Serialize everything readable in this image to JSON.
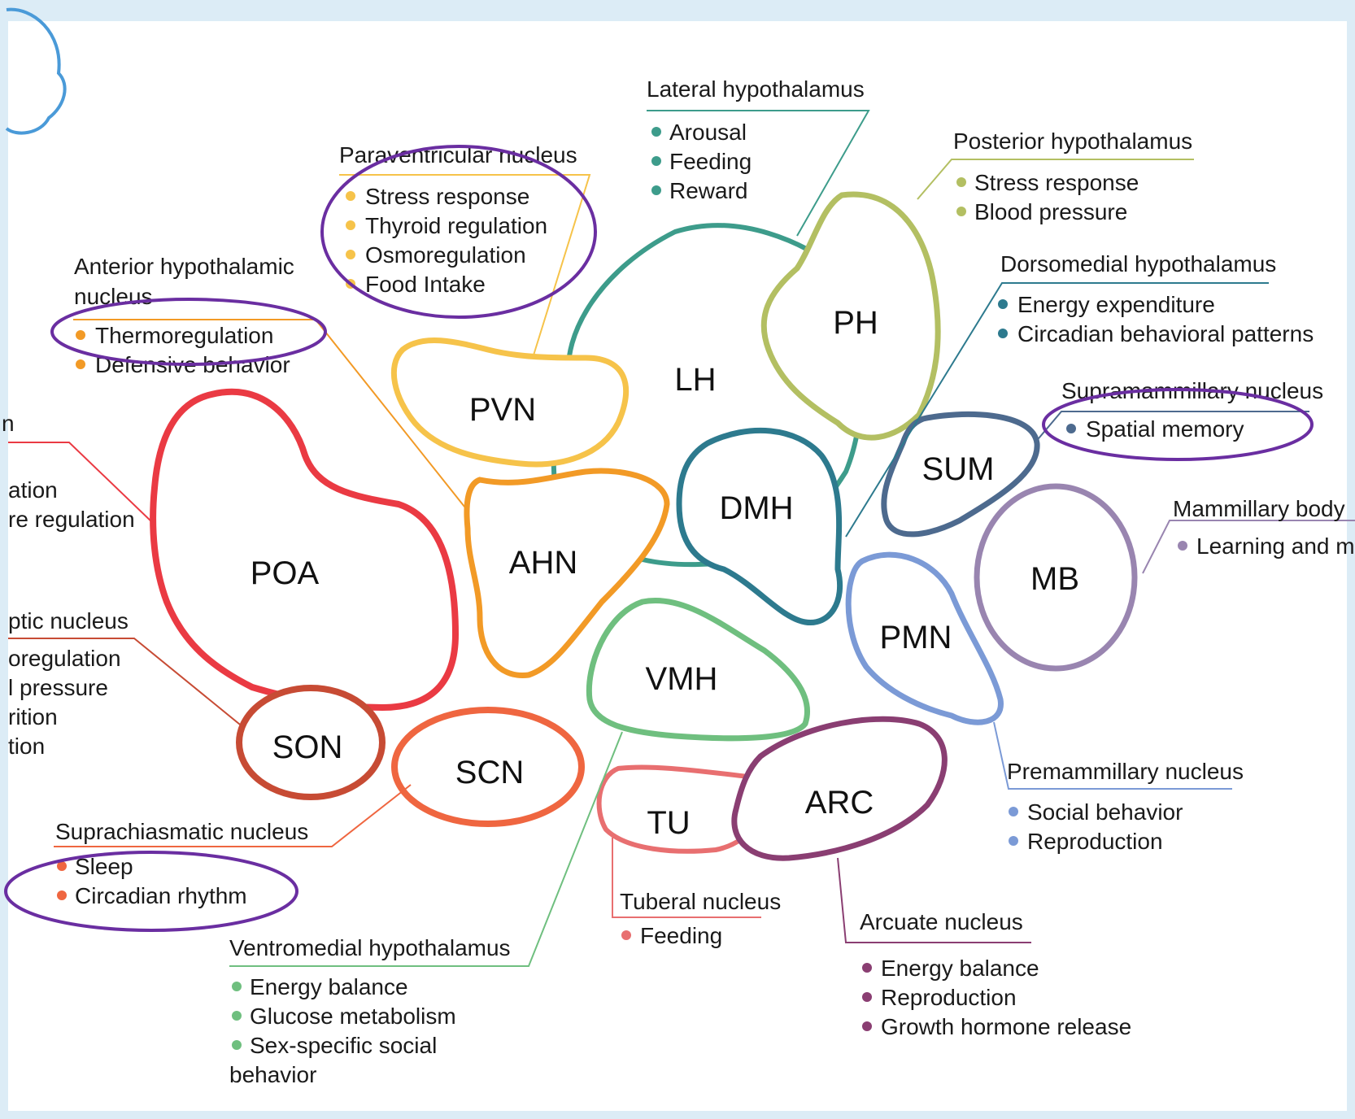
{
  "colors": {
    "PVN": "#f6c34a",
    "LH": "#3d9c8b",
    "PH": "#b3bf62",
    "AHN": "#f29a26",
    "POA": "#ea3a43",
    "DMH": "#2d7a8e",
    "SUM": "#4d6a8e",
    "MB": "#9985b0",
    "PMN": "#7b9ad6",
    "VMH": "#6fbf7f",
    "SON": "#c74b34",
    "SCN": "#ef6640",
    "TU": "#e86f70",
    "ARC": "#8a3e72",
    "highlight": "#6a2ea1"
  },
  "nuclei": {
    "PVN": "PVN",
    "LH": "LH",
    "PH": "PH",
    "AHN": "AHN",
    "POA": "POA",
    "DMH": "DMH",
    "SUM": "SUM",
    "MB": "MB",
    "PMN": "PMN",
    "VMH": "VMH",
    "SON": "SON",
    "SCN": "SCN",
    "TU": "TU",
    "ARC": "ARC"
  },
  "labels": {
    "lh": {
      "title": "Lateral hypothalamus",
      "items": [
        "Arousal",
        "Feeding",
        "Reward"
      ]
    },
    "pvn": {
      "title": "Paraventricular nucleus",
      "items": [
        "Stress response",
        "Thyroid regulation",
        "Osmoregulation",
        "Food Intake"
      ]
    },
    "ph": {
      "title": "Posterior hypothalamus",
      "items": [
        "Stress response",
        "Blood pressure"
      ]
    },
    "ahn": {
      "title_line1": "Anterior hypothalamic",
      "title_line2": "nucleus",
      "items": [
        "Thermoregulation",
        "Defensive behavior"
      ]
    },
    "dmh": {
      "title": "Dorsomedial hypothalamus",
      "items": [
        "Energy expenditure",
        "Circadian behavioral patterns"
      ]
    },
    "sum": {
      "title": "Supramammillary nucleus",
      "items": [
        "Spatial memory"
      ]
    },
    "mb": {
      "title": "Mammillary body",
      "items": [
        "Learning and m"
      ]
    },
    "poa": {
      "title": "n",
      "items": [
        "ation",
        "re regulation"
      ]
    },
    "son": {
      "title": "ptic nucleus",
      "items": [
        "oregulation",
        "l pressure",
        "rition",
        "tion"
      ]
    },
    "scn": {
      "title": "Suprachiasmatic nucleus",
      "items": [
        "Sleep",
        "Circadian rhythm"
      ]
    },
    "vmh": {
      "title": "Ventromedial hypothalamus",
      "items": [
        "Energy balance",
        "Glucose metabolism",
        "Sex-specific social"
      ],
      "item_cont": "behavior"
    },
    "tu": {
      "title": "Tuberal nucleus",
      "items": [
        "Feeding"
      ]
    },
    "arc": {
      "title": "Arcuate nucleus",
      "items": [
        "Energy balance",
        "Reproduction",
        "Growth hormone release"
      ]
    },
    "pmn": {
      "title": "Premammillary nucleus",
      "items": [
        "Social behavior",
        "Reproduction"
      ]
    }
  }
}
